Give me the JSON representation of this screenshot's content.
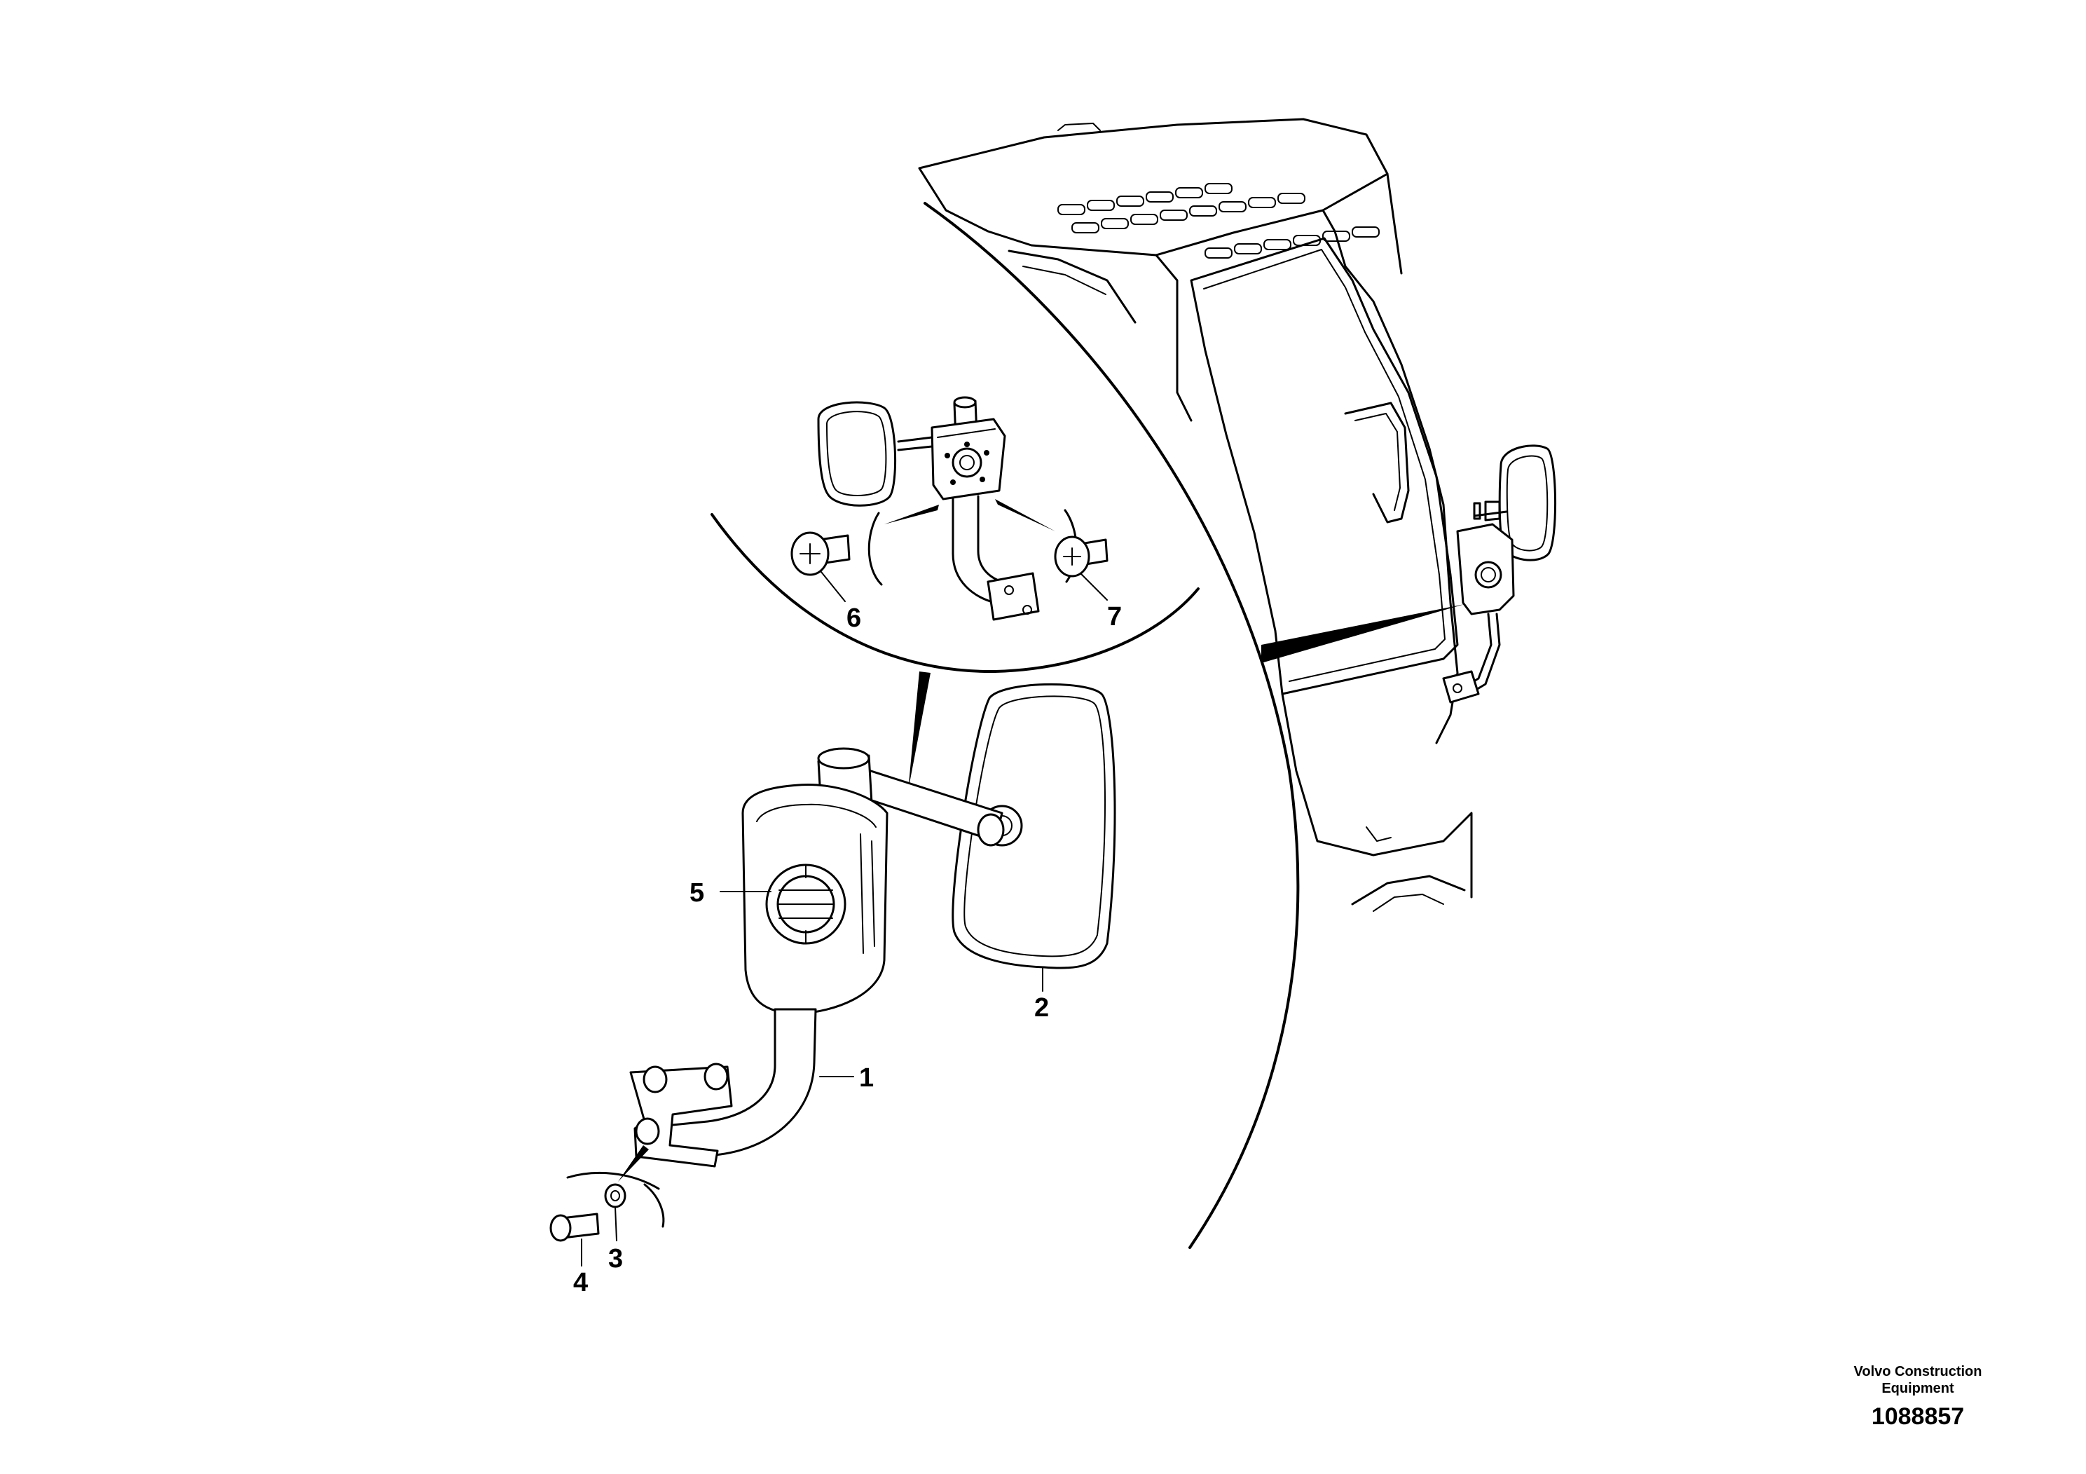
{
  "callouts": {
    "c1": "1",
    "c2": "2",
    "c3": "3",
    "c4": "4",
    "c5": "5",
    "c6": "6",
    "c7": "7"
  },
  "footer": {
    "company_line1": "Volvo Construction",
    "company_line2": "Equipment",
    "document_number": "1088857"
  },
  "colors": {
    "line": "#000000",
    "background": "#ffffff"
  }
}
